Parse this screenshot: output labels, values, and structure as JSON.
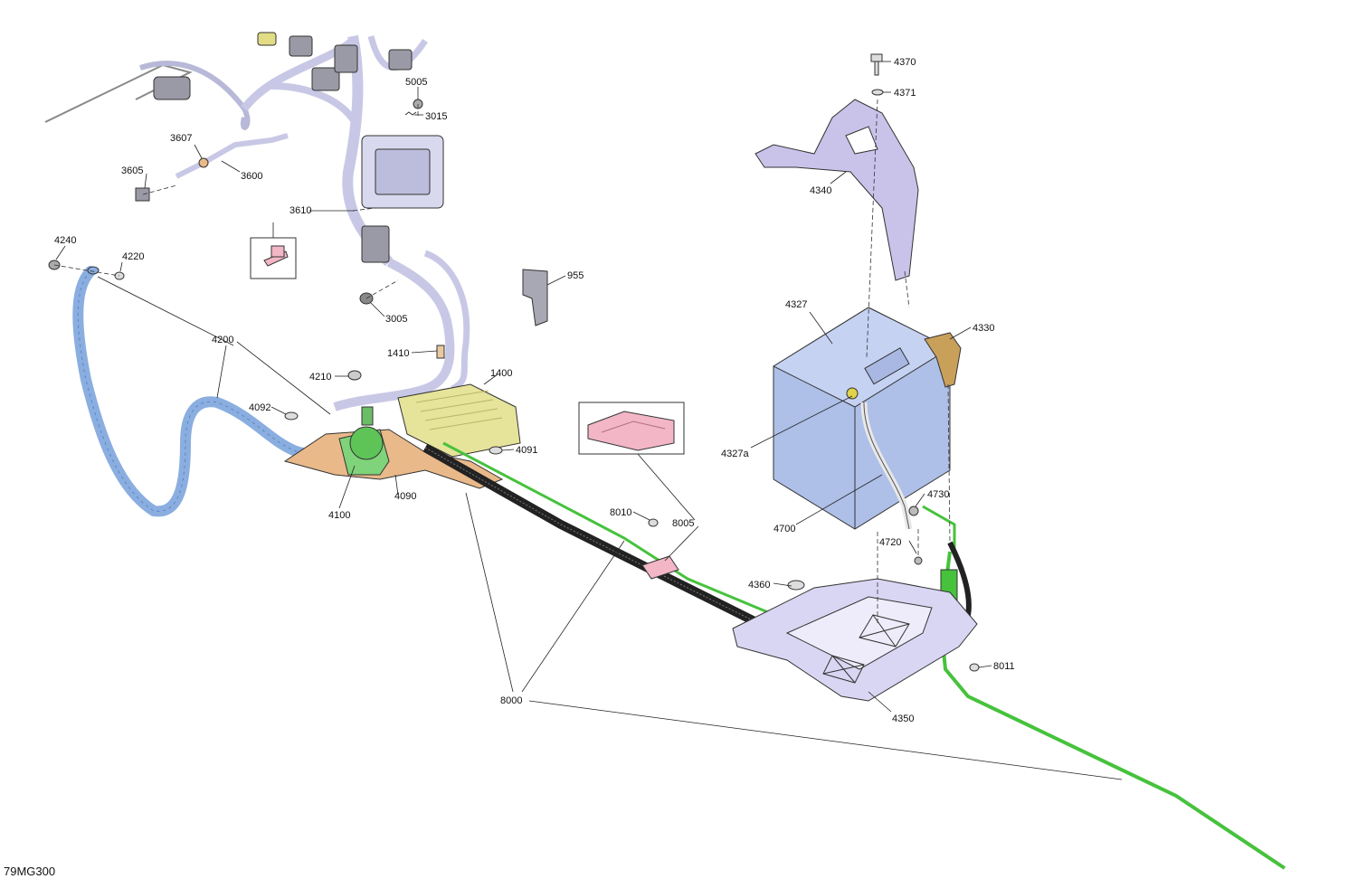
{
  "diagram_code": "79MG300",
  "parts": {
    "p4370": "4370",
    "p4371": "4371",
    "p4340": "4340",
    "p4327": "4327",
    "p4330": "4330",
    "p4327a": "4327a",
    "p4700": "4700",
    "p4730": "4730",
    "p4720": "4720",
    "p4360": "4360",
    "p4350": "4350",
    "p8011": "8011",
    "p8000": "8000",
    "p8010": "8010",
    "p8005": "8005",
    "p5005": "5005",
    "p3015": "3015",
    "p3607": "3607",
    "p3605": "3605",
    "p3600": "3600",
    "p3610": "3610",
    "p4240": "4240",
    "p4220": "4220",
    "p4200": "4200",
    "p955": "955",
    "p3005": "3005",
    "p1410": "1410",
    "p1400": "1400",
    "p4210": "4210",
    "p4092": "4092",
    "p4091": "4091",
    "p4100": "4100",
    "p4090": "4090"
  },
  "colors": {
    "battery": "#aebfe8",
    "wire_green": "#46c23c",
    "cable_blue": "#8aaee0",
    "tray": "#d9d6f3",
    "bracket": "#c9c3ea",
    "mount_tan": "#e9b98a",
    "regulator": "#e6e39a",
    "inset_part": "#f2b6c6",
    "harness": "#dcdcf2"
  }
}
